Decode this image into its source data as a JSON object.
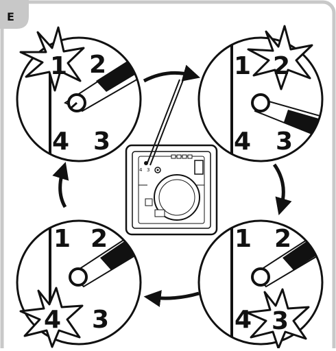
{
  "panel": {
    "label": "E",
    "frame_color": "#c8c8c8",
    "badge_color": "#c8c8c8"
  },
  "steps": [
    {
      "id": "top-left",
      "highlight": "1",
      "labels": {
        "n1": "1",
        "n2": "2",
        "n3": "3",
        "n4": "4"
      }
    },
    {
      "id": "top-right",
      "highlight": "2",
      "labels": {
        "n1": "1",
        "n2": "2",
        "n3": "3",
        "n4": "4"
      }
    },
    {
      "id": "bottom-right",
      "highlight": "3",
      "labels": {
        "n1": "1",
        "n2": "2",
        "n3": "3",
        "n4": "4"
      }
    },
    {
      "id": "bottom-left",
      "highlight": "4",
      "labels": {
        "n1": "1",
        "n2": "2",
        "n3": "3",
        "n4": "4"
      }
    }
  ],
  "device": {
    "mini_label_4": "4",
    "mini_label_3": "3"
  },
  "icons": {
    "arrows": "arrow-icon",
    "stylus": "stylus-icon",
    "flash": "starburst-icon",
    "button": "push-button-icon"
  }
}
